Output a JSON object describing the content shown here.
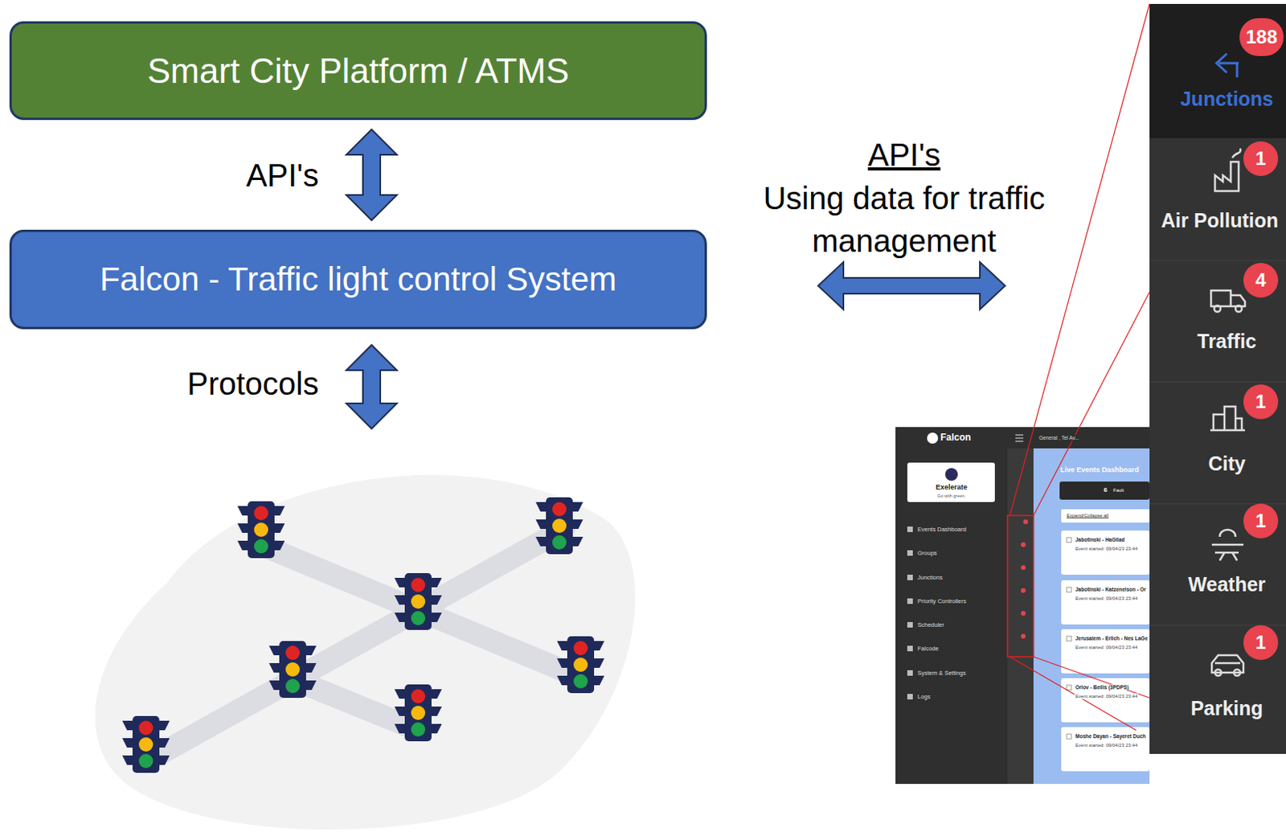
{
  "diagram": {
    "nodes": [
      {
        "text": [
          "Smart City Platform / ATMS"
        ]
      },
      {
        "text": [
          "Falcon - Traffic light control System"
        ]
      }
    ],
    "edges": [
      {
        "from": 0,
        "to": 1,
        "arrow": "both",
        "label": "API's"
      }
    ],
    "labels": [
      "Protocols",
      "API's",
      "Using data for traffic management",
      "188",
      "Junctions",
      "1",
      "Air Pollution",
      "4",
      "Traffic",
      "1",
      "City",
      "1",
      "Weather",
      "1",
      "Parking",
      "Falcon",
      "Exelerate",
      "Go with green.",
      "Events Dashboard",
      "Groups",
      "Junctions",
      "Priority Controllers",
      "Scheduler",
      "Falcode",
      "System & Settings",
      "Logs",
      "General , Tel Av...",
      "Live Events Dashboard",
      "6",
      "Fault",
      "Expand/Collapse all",
      "Jabotinski - HaGilad",
      "Event started: 09/04/23 23:44",
      "Jabotinski - Katzenelson - Or",
      "Event started: 09/04/23 23:44",
      "Jerusalem - Erlich - Nes LaGe",
      "Event started: 09/04/23 23:44",
      "Orlov - Beilis (3PDPS)",
      "Event started: 09/04/23 23:44",
      "Moshe Dayan - Sayeret Duch",
      "Event started: 09/04/23 23:44"
    ]
  }
}
